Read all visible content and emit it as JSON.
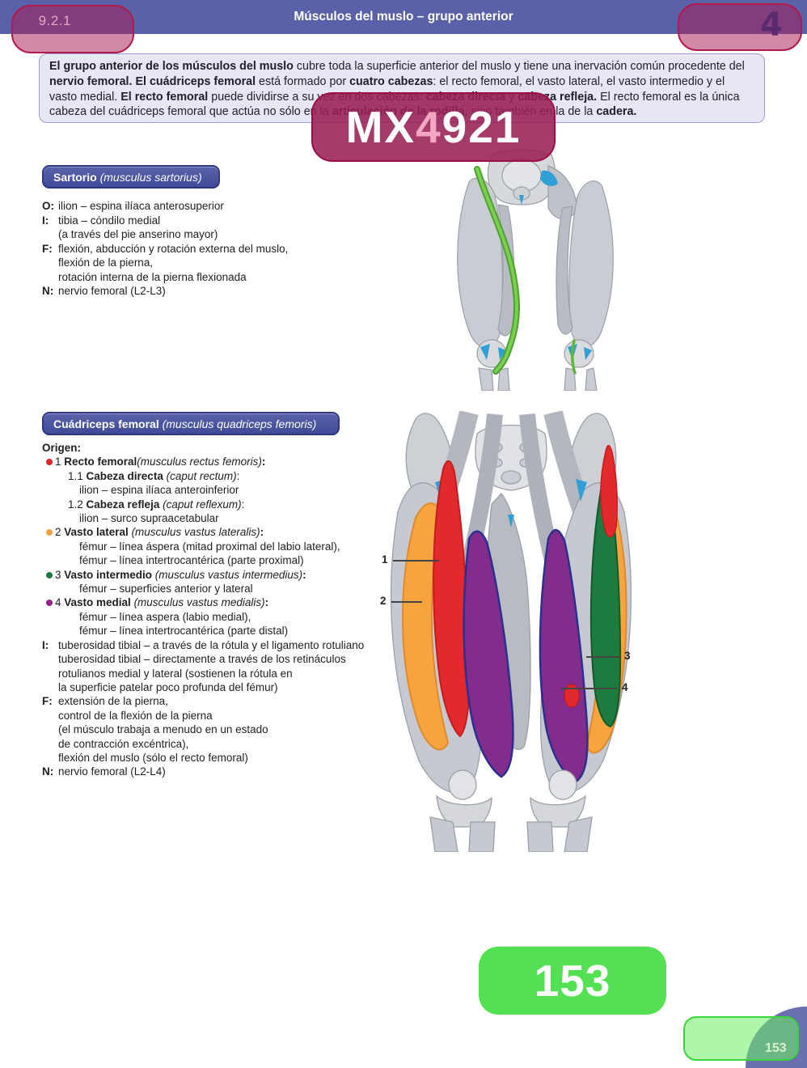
{
  "header": {
    "section_number": "9.2.1",
    "title": "Músculos del muslo – grupo anterior",
    "answer": "4"
  },
  "watermark": {
    "segments": [
      {
        "t": "MX",
        "c": "#ffffff"
      },
      {
        "t": "4",
        "c": "#f2a6c2"
      },
      {
        "t": "921",
        "c": "#ffffff"
      }
    ]
  },
  "intro": {
    "segments": [
      {
        "t": "El grupo anterior de los músculos del muslo",
        "b": true
      },
      {
        "t": " cubre toda la superficie anterior del muslo y tiene una inervación común procedente del "
      },
      {
        "t": "nervio femoral. El cuádriceps femoral",
        "b": true
      },
      {
        "t": " está formado por "
      },
      {
        "t": "cuatro cabezas",
        "b": true
      },
      {
        "t": ": el recto femoral, el vasto lateral, el vasto intermedio y el vasto medial. "
      },
      {
        "t": "El recto femoral",
        "b": true
      },
      {
        "t": " puede dividirse a su vez en dos cabezas: "
      },
      {
        "t": "cabeza directa",
        "b": true
      },
      {
        "t": " y "
      },
      {
        "t": "cabeza refleja.",
        "b": true
      },
      {
        "t": " El recto femoral es la única cabeza del cuádriceps femoral que actúa no sólo en la "
      },
      {
        "t": "articulación de la rodilla",
        "b": true
      },
      {
        "t": ", sino también en la de la "
      },
      {
        "t": "cadera.",
        "b": true
      }
    ]
  },
  "sartorio": {
    "badge": [
      {
        "t": "Sartorio ",
        "b": true
      },
      {
        "t": "(musculus sartorius)",
        "i": true
      }
    ],
    "rows": [
      {
        "label": "O:",
        "text": "ilion – espina ilíaca anterosuperior"
      },
      {
        "label": "I:",
        "text": "tibia – cóndilo medial"
      },
      {
        "label": "",
        "text": "(a través del pie anserino mayor)"
      },
      {
        "label": "F:",
        "text": "flexión, abducción y rotación externa del muslo,"
      },
      {
        "label": "",
        "text": "flexión de la pierna,"
      },
      {
        "label": "",
        "text": "rotación interna de la pierna flexionada"
      },
      {
        "label": "N:",
        "text": "nervio femoral (L2-L3)"
      }
    ]
  },
  "cuadriceps": {
    "badge": [
      {
        "t": "Cuádriceps femoral ",
        "b": true
      },
      {
        "t": "(musculus quadriceps femoris)",
        "i": true
      }
    ],
    "origin_heading": "Origen:",
    "rows": [
      {
        "segments": [
          {
            "t": "1 "
          },
          {
            "t": "Recto femoral",
            "b": true
          },
          {
            "t": "(musculus rectus femoris)",
            "i": true
          },
          {
            "t": ":",
            "b": true
          }
        ]
      },
      {
        "segments": [
          {
            "t": "1.1 "
          },
          {
            "t": "Cabeza directa ",
            "b": true
          },
          {
            "t": "(caput rectum)",
            "i": true
          },
          {
            "t": ":"
          }
        ]
      },
      {
        "segments": [
          {
            "t": "ilion – espina ilíaca anteroinferior"
          }
        ]
      },
      {
        "segments": [
          {
            "t": "1.2 "
          },
          {
            "t": "Cabeza refleja ",
            "b": true
          },
          {
            "t": "(caput reflexum)",
            "i": true
          },
          {
            "t": ":"
          }
        ]
      },
      {
        "segments": [
          {
            "t": "ilion – surco supraacetabular"
          }
        ]
      },
      {
        "segments": [
          {
            "t": "2 "
          },
          {
            "t": "Vasto lateral ",
            "b": true
          },
          {
            "t": "(musculus vastus lateralis)",
            "i": true
          },
          {
            "t": ":",
            "b": true
          }
        ]
      },
      {
        "segments": [
          {
            "t": "fémur – línea áspera (mitad proximal del labio lateral),"
          }
        ]
      },
      {
        "segments": [
          {
            "t": "fémur – línea intertrocantérica (parte proximal)"
          }
        ]
      },
      {
        "segments": [
          {
            "t": "3 "
          },
          {
            "t": "Vasto intermedio ",
            "b": true
          },
          {
            "t": "(musculus vastus intermedius)",
            "i": true
          },
          {
            "t": ":",
            "b": true
          }
        ]
      },
      {
        "segments": [
          {
            "t": "fémur – superficies anterior y lateral"
          }
        ]
      },
      {
        "segments": [
          {
            "t": "4 "
          },
          {
            "t": "Vasto medial ",
            "b": true
          },
          {
            "t": "(musculus vastus medialis)",
            "i": true
          },
          {
            "t": ":",
            "b": true
          }
        ]
      },
      {
        "segments": [
          {
            "t": "fémur – línea aspera (labio medial),"
          }
        ]
      },
      {
        "segments": [
          {
            "t": "fémur – línea intertrocantérica (parte distal)"
          }
        ]
      },
      {
        "label": "I:",
        "segments": [
          {
            "t": "tuberosidad tibial – a través de la rótula y el ligamento rotuliano"
          }
        ]
      },
      {
        "segments": [
          {
            "t": "tuberosidad tibial – directamente a través de los retináculos"
          }
        ]
      },
      {
        "segments": [
          {
            "t": "rotulianos medial y lateral (sostienen la rótula en"
          }
        ]
      },
      {
        "segments": [
          {
            "t": "la superficie patelar poco profunda del fémur)"
          }
        ]
      },
      {
        "label": "F:",
        "segments": [
          {
            "t": "extensión de la pierna,"
          }
        ]
      },
      {
        "segments": [
          {
            "t": "control de la flexión de la pierna"
          }
        ]
      },
      {
        "segments": [
          {
            "t": "(el músculo trabaja a menudo en un estado"
          }
        ]
      },
      {
        "segments": [
          {
            "t": "de contracción excéntrica),"
          }
        ]
      },
      {
        "segments": [
          {
            "t": "flexión del muslo (sólo el recto femoral)"
          }
        ]
      },
      {
        "label": "N:",
        "segments": [
          {
            "t": "nervio femoral (L2-L4)"
          }
        ]
      }
    ]
  },
  "figure_labels": [
    "1",
    "2",
    "3",
    "4"
  ],
  "footer": {
    "page_number": "153",
    "corner_page_number": "153"
  },
  "colors": {
    "header_bar": "#5a61a8",
    "section_badge": "#414a96",
    "intro_box_bg": "#e7e6f4",
    "intro_box_border": "#9f9dcd",
    "overlay_pink": "#b01b4c",
    "watermark_bg": "#9b2054",
    "muscle_recto_femoral": "#e4292c",
    "muscle_vasto_lateral": "#f6a43e",
    "muscle_vasto_intermedio": "#1e7b40",
    "muscle_vasto_medial": "#822c8d",
    "muscle_sartorio": "#5cb83a",
    "anatomy_grey": "#c6c9cf",
    "anatomy_blue": "#2f9fd6",
    "page_number_green": "#53e053",
    "corner_purple": "#6a71ae"
  }
}
